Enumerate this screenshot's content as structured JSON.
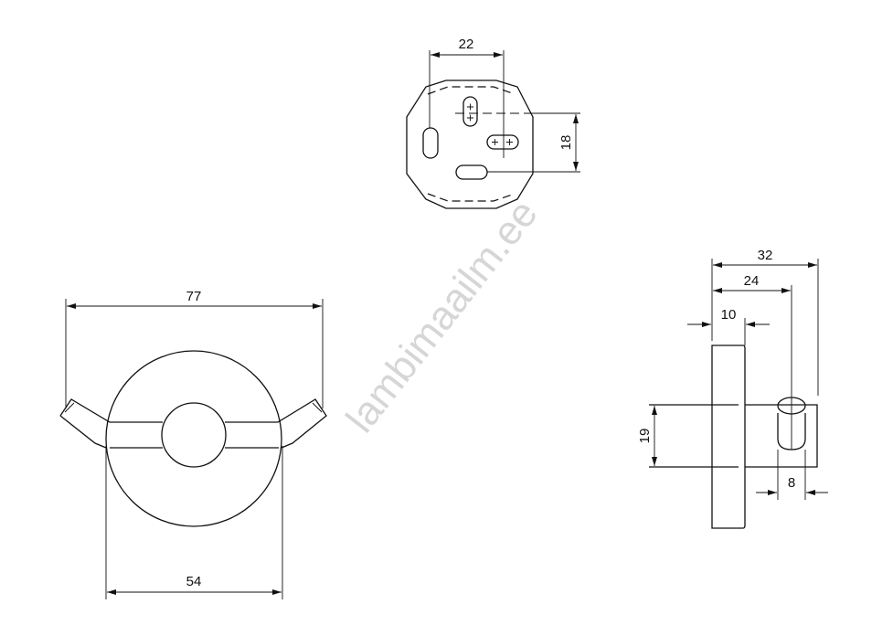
{
  "watermark": "lambimaailm.ee",
  "top_view": {
    "dim_width": "22",
    "dim_height": "18"
  },
  "front_view": {
    "dim_overall_width": "77",
    "dim_base_diameter": "54"
  },
  "side_view": {
    "dim_depth": "32",
    "dim_hook_center": "24",
    "dim_base_thickness": "10",
    "dim_hook_height": "19",
    "dim_pin_diameter": "8"
  }
}
